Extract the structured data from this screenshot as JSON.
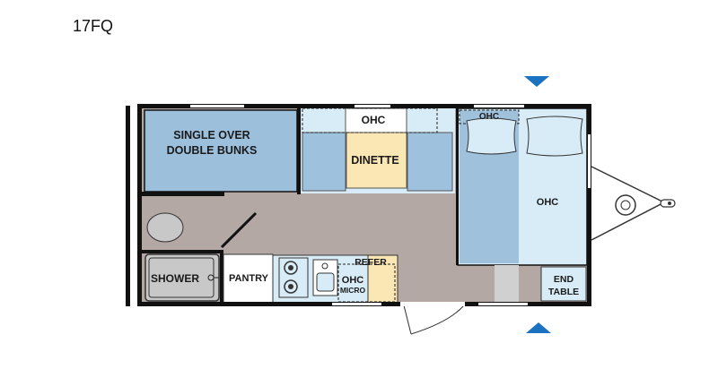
{
  "model": "17FQ",
  "colors": {
    "bunk_blue": "#9cbfdc",
    "dinette_blue": "#9ec1dd",
    "dinette_table": "#fbe7b4",
    "bed_light": "#d8ecf7",
    "bed_blue": "#9fc1dc",
    "floor": "#b3a8a3",
    "shower": "#c8c8c8",
    "counter_yellow": "#fbe7b4",
    "arrow_blue": "#1a72c0"
  },
  "labels": {
    "bunks_line1": "SINGLE OVER",
    "bunks_line2": "DOUBLE BUNKS",
    "ohc_dinette": "OHC",
    "dinette": "DINETTE",
    "ohc_bed_top": "OHC",
    "ohc_bed": "OHC",
    "shower": "SHOWER",
    "pantry": "PANTRY",
    "refer": "REFER",
    "ohc_micro_1": "OHC",
    "ohc_micro_2": "MICRO",
    "end_table_1": "END",
    "end_table_2": "TABLE"
  },
  "icons": [
    "slide-arrow-icon",
    "toilet-icon",
    "stove-icon",
    "sink-icon",
    "pillow-icon",
    "hitch-icon",
    "door-icon",
    "shower-valve-icon"
  ]
}
